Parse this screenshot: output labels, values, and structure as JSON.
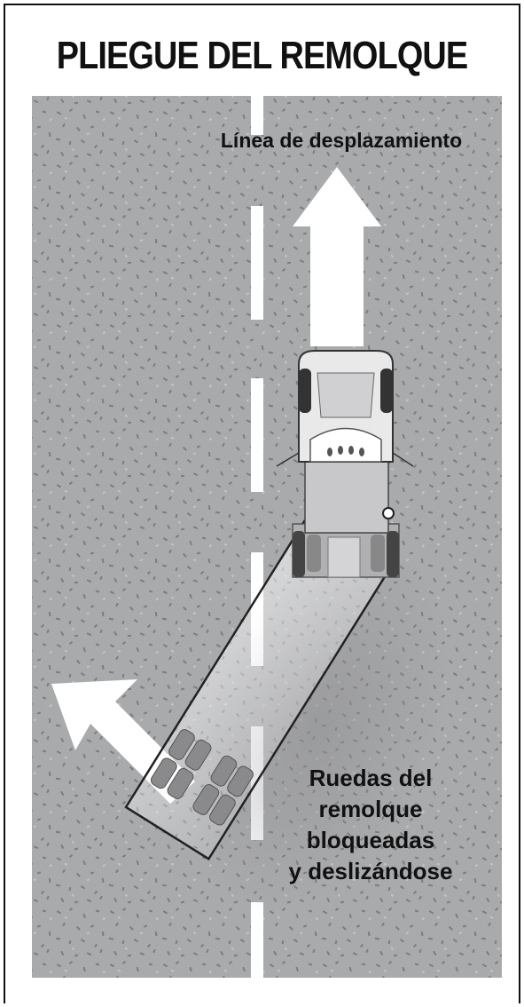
{
  "title": "PLIEGUE DEL REMOLQUE",
  "labels": {
    "travel_line": "Línea de desplazamiento",
    "wheels_line1": "Ruedas del",
    "wheels_line2": "remolque",
    "wheels_line3": "bloqueadas",
    "wheels_line4": "y deslizándose"
  },
  "colors": {
    "road": "#a9aaac",
    "speckle": "#7c7d80",
    "lane_marking": "#ffffff",
    "arrow": "#ffffff",
    "text": "#111111"
  }
}
